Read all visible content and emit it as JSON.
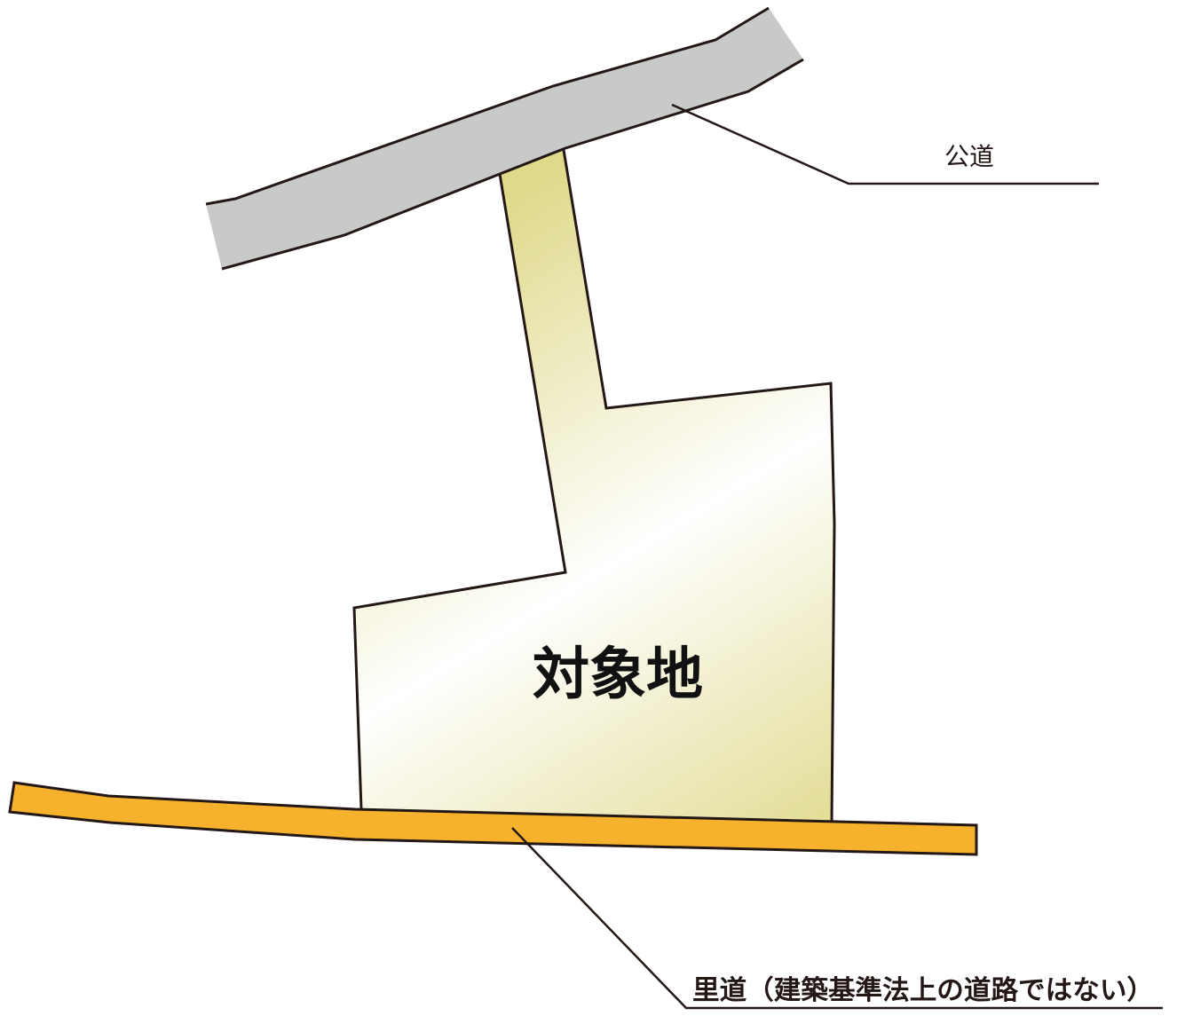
{
  "labels": {
    "public_road": "公道",
    "subject_site": "対象地",
    "private_road": "里道（建築基準法上の道路ではない）"
  },
  "colors": {
    "public_road_fill": "#c8cac9",
    "site_fill_dark": "#dfd98a",
    "site_fill_light": "#ffffff",
    "private_road_fill": "#f6b22c",
    "outline": "#231815"
  }
}
